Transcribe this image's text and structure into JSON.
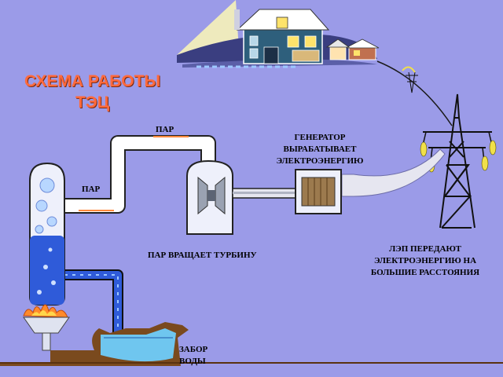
{
  "title": {
    "line1": "СХЕМА РАБОТЫ",
    "line2": "ТЭЦ"
  },
  "labels": {
    "steam_top": "ПАР",
    "steam_left": "ПАР",
    "generator_line1": "ГЕНЕРАТОР",
    "generator_line2": "ВЫРАБАТЫВАЕТ",
    "generator_line3": "ЭЛЕКТРОЭНЕРГИЮ",
    "turbine": "ПАР ВРАЩАЕТ ТУРБИНУ",
    "powerline_line1": "ЛЭП ПЕРЕДАЮТ",
    "powerline_line2": "ЭЛЕКТРОЭНЕРГИЮ НА",
    "powerline_line3": "БОЛЬШИЕ РАССТОЯНИЯ",
    "water_line1": "ЗАБОР",
    "water_line2": "ВОДЫ"
  },
  "colors": {
    "background": "#9b9be8",
    "title": "#ff6a3d",
    "water": "#2f5bd9",
    "steam_pipe": "#ffffff",
    "ground": "#7a4a1e"
  }
}
